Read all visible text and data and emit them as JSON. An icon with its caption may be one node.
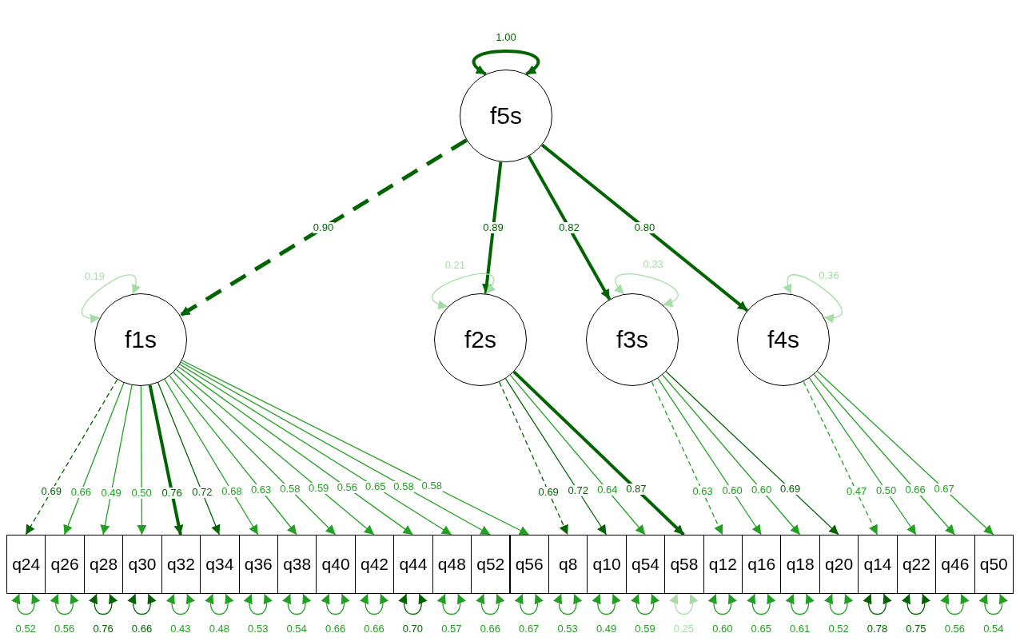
{
  "diagram": {
    "nodes": [
      {
        "text": [
          "f5s"
        ]
      },
      {
        "text": [
          "f1s"
        ]
      },
      {
        "text": [
          "f2s"
        ]
      },
      {
        "text": [
          "f3s"
        ]
      },
      {
        "text": [
          "f4s"
        ]
      },
      {
        "text": [
          "q24"
        ]
      },
      {
        "text": [
          "q26"
        ]
      },
      {
        "text": [
          "q28"
        ]
      },
      {
        "text": [
          "q30"
        ]
      },
      {
        "text": [
          "q32"
        ]
      },
      {
        "text": [
          "q34"
        ]
      },
      {
        "text": [
          "q36"
        ]
      },
      {
        "text": [
          "q38"
        ]
      },
      {
        "text": [
          "q40"
        ]
      },
      {
        "text": [
          "q42"
        ]
      },
      {
        "text": [
          "q44"
        ]
      },
      {
        "text": [
          "q48"
        ]
      },
      {
        "text": [
          "q52"
        ]
      },
      {
        "text": [
          "q56"
        ]
      },
      {
        "text": [
          "q8"
        ]
      },
      {
        "text": [
          "q10"
        ]
      },
      {
        "text": [
          "q54"
        ]
      },
      {
        "text": [
          "q58"
        ]
      },
      {
        "text": [
          "q12"
        ]
      },
      {
        "text": [
          "q16"
        ]
      },
      {
        "text": [
          "q18"
        ]
      },
      {
        "text": [
          "q20"
        ]
      },
      {
        "text": [
          "q14"
        ]
      },
      {
        "text": [
          "q22"
        ]
      },
      {
        "text": [
          "q46"
        ]
      },
      {
        "text": [
          "q50"
        ]
      }
    ],
    "edges": [
      {
        "from": 0,
        "to": 0,
        "arrow": "both",
        "label": "1.00",
        "style": "thick",
        "color": "#006400"
      },
      {
        "from": 0,
        "to": 1,
        "arrow": "to",
        "label": "0.90",
        "style": "dashed",
        "color": "#006400"
      },
      {
        "from": 0,
        "to": 2,
        "arrow": "to",
        "label": "0.89",
        "style": "thick",
        "color": "#006400"
      },
      {
        "from": 0,
        "to": 3,
        "arrow": "to",
        "label": "0.82",
        "style": "thick",
        "color": "#006400"
      },
      {
        "from": 0,
        "to": 4,
        "arrow": "to",
        "label": "0.80",
        "style": "thick",
        "color": "#006400"
      },
      {
        "from": 1,
        "to": 1,
        "arrow": "both",
        "label": "0.19",
        "color": "#a6dca6"
      },
      {
        "from": 2,
        "to": 2,
        "arrow": "both",
        "label": "0.21",
        "color": "#a6dca6"
      },
      {
        "from": 3,
        "to": 3,
        "arrow": "both",
        "label": "0.33",
        "color": "#a6dca6"
      },
      {
        "from": 4,
        "to": 4,
        "arrow": "both",
        "label": "0.36",
        "color": "#a6dca6"
      },
      {
        "from": 1,
        "to": 5,
        "arrow": "to",
        "label": "0.69",
        "style": "dashed",
        "color": "#006400"
      },
      {
        "from": 1,
        "to": 6,
        "arrow": "to",
        "label": "0.66"
      },
      {
        "from": 1,
        "to": 7,
        "arrow": "to",
        "label": "0.49"
      },
      {
        "from": 1,
        "to": 8,
        "arrow": "to",
        "label": "0.50"
      },
      {
        "from": 1,
        "to": 9,
        "arrow": "to",
        "label": "0.76",
        "style": "thick",
        "color": "#006400"
      },
      {
        "from": 1,
        "to": 10,
        "arrow": "to",
        "label": "0.72",
        "color": "#006400"
      },
      {
        "from": 1,
        "to": 11,
        "arrow": "to",
        "label": "0.68"
      },
      {
        "from": 1,
        "to": 12,
        "arrow": "to",
        "label": "0.63"
      },
      {
        "from": 1,
        "to": 13,
        "arrow": "to",
        "label": "0.58"
      },
      {
        "from": 1,
        "to": 14,
        "arrow": "to",
        "label": "0.59"
      },
      {
        "from": 1,
        "to": 15,
        "arrow": "to",
        "label": "0.56"
      },
      {
        "from": 1,
        "to": 16,
        "arrow": "to",
        "label": "0.65"
      },
      {
        "from": 1,
        "to": 17,
        "arrow": "to",
        "label": "0.58"
      },
      {
        "from": 1,
        "to": 18,
        "arrow": "to",
        "label": "0.58"
      },
      {
        "from": 2,
        "to": 19,
        "arrow": "to",
        "label": "0.69",
        "style": "dashed",
        "color": "#006400"
      },
      {
        "from": 2,
        "to": 20,
        "arrow": "to",
        "label": "0.72",
        "color": "#006400"
      },
      {
        "from": 2,
        "to": 21,
        "arrow": "to",
        "label": "0.64"
      },
      {
        "from": 2,
        "to": 22,
        "arrow": "to",
        "label": "0.87",
        "style": "thick",
        "color": "#006400"
      },
      {
        "from": 3,
        "to": 23,
        "arrow": "to",
        "label": "0.63",
        "style": "dashed"
      },
      {
        "from": 3,
        "to": 24,
        "arrow": "to",
        "label": "0.60"
      },
      {
        "from": 3,
        "to": 25,
        "arrow": "to",
        "label": "0.60"
      },
      {
        "from": 3,
        "to": 26,
        "arrow": "to",
        "label": "0.69",
        "color": "#006400"
      },
      {
        "from": 4,
        "to": 27,
        "arrow": "to",
        "label": "0.47",
        "style": "dashed"
      },
      {
        "from": 4,
        "to": 28,
        "arrow": "to",
        "label": "0.50"
      },
      {
        "from": 4,
        "to": 29,
        "arrow": "to",
        "label": "0.66"
      },
      {
        "from": 4,
        "to": 30,
        "arrow": "to",
        "label": "0.67"
      },
      {
        "from": 5,
        "to": 5,
        "arrow": "both",
        "label": "0.52"
      },
      {
        "from": 6,
        "to": 6,
        "arrow": "both",
        "label": "0.56"
      },
      {
        "from": 7,
        "to": 7,
        "arrow": "both",
        "label": "0.76",
        "color": "#006400"
      },
      {
        "from": 8,
        "to": 8,
        "arrow": "both",
        "label": "0.66",
        "color": "#006400"
      },
      {
        "from": 9,
        "to": 9,
        "arrow": "both",
        "label": "0.43"
      },
      {
        "from": 10,
        "to": 10,
        "arrow": "both",
        "label": "0.48"
      },
      {
        "from": 11,
        "to": 11,
        "arrow": "both",
        "label": "0.53"
      },
      {
        "from": 12,
        "to": 12,
        "arrow": "both",
        "label": "0.54"
      },
      {
        "from": 13,
        "to": 13,
        "arrow": "both",
        "label": "0.66"
      },
      {
        "from": 14,
        "to": 14,
        "arrow": "both",
        "label": "0.66"
      },
      {
        "from": 15,
        "to": 15,
        "arrow": "both",
        "label": "0.70",
        "color": "#006400"
      },
      {
        "from": 16,
        "to": 16,
        "arrow": "both",
        "label": "0.57"
      },
      {
        "from": 17,
        "to": 17,
        "arrow": "both",
        "label": "0.66"
      },
      {
        "from": 18,
        "to": 18,
        "arrow": "both",
        "label": "0.67"
      },
      {
        "from": 19,
        "to": 19,
        "arrow": "both",
        "label": "0.53"
      },
      {
        "from": 20,
        "to": 20,
        "arrow": "both",
        "label": "0.49"
      },
      {
        "from": 21,
        "to": 21,
        "arrow": "both",
        "label": "0.59"
      },
      {
        "from": 22,
        "to": 22,
        "arrow": "both",
        "label": "0.25",
        "color": "#a6dca6"
      },
      {
        "from": 23,
        "to": 23,
        "arrow": "both",
        "label": "0.60"
      },
      {
        "from": 24,
        "to": 24,
        "arrow": "both",
        "label": "0.65"
      },
      {
        "from": 25,
        "to": 25,
        "arrow": "both",
        "label": "0.61"
      },
      {
        "from": 26,
        "to": 26,
        "arrow": "both",
        "label": "0.52"
      },
      {
        "from": 27,
        "to": 27,
        "arrow": "both",
        "label": "0.78",
        "color": "#006400"
      },
      {
        "from": 28,
        "to": 28,
        "arrow": "both",
        "label": "0.75",
        "color": "#006400"
      },
      {
        "from": 29,
        "to": 29,
        "arrow": "both",
        "label": "0.56"
      },
      {
        "from": 30,
        "to": 30,
        "arrow": "both",
        "label": "0.54"
      }
    ]
  }
}
